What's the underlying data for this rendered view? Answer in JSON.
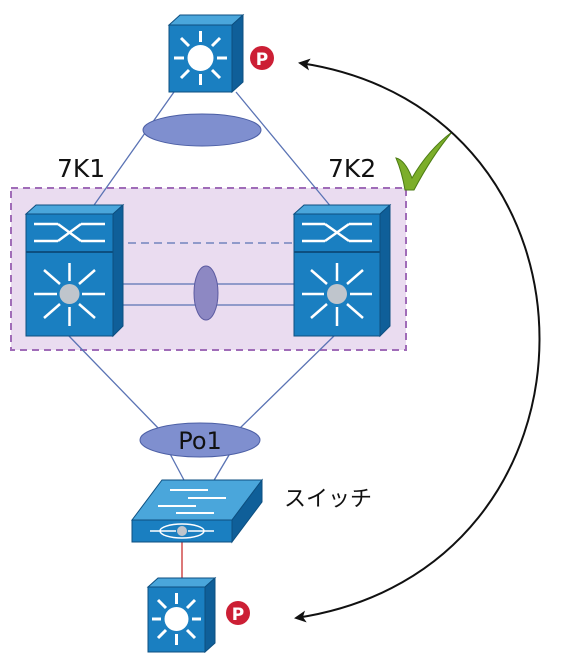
{
  "labels": {
    "left_switch": "7K1",
    "right_switch": "7K2",
    "port_channel": "Po1",
    "access_switch": "スイッチ",
    "top_badge": "P",
    "bottom_badge": "P"
  },
  "icons": {
    "top_router": "cisco-router-icon",
    "bottom_router": "cisco-router-icon",
    "left_core": "nexus-7000-switch-icon",
    "right_core": "nexus-7000-switch-icon",
    "access": "layer3-switch-icon",
    "check": "checkmark-icon"
  },
  "colors": {
    "device_blue": "#1a7fc1",
    "device_dark": "#0f5f99",
    "link_line": "#5a73b4",
    "vpc_domain_fill": "#eadcf0",
    "vpc_domain_border": "#a06cb8",
    "port_channel_oval": "#7f8fcf",
    "badge_red": "#cc1f35",
    "check_green": "#7cae2a"
  }
}
